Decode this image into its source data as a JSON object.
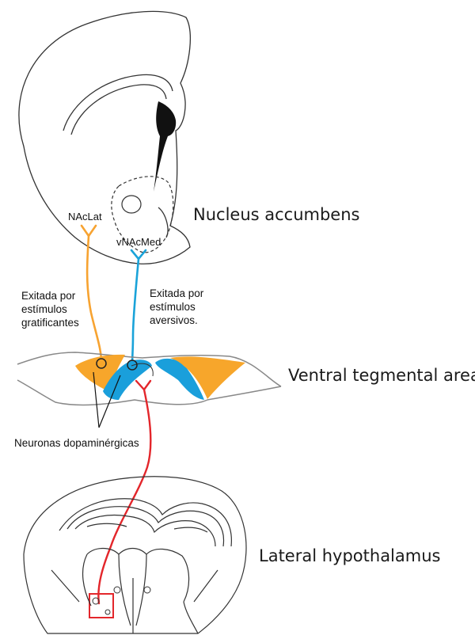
{
  "regions": {
    "nucleus_accumbens": "Nucleus accumbens",
    "ventral_tegmental_area": "Ventral tegmental area",
    "lateral_hypothalamus": "Lateral hypothalamus"
  },
  "pathways": {
    "lateral": "NAcLat",
    "medial": "vNAcMed"
  },
  "annotations": {
    "rewarding_line1": "Exitada por",
    "rewarding_line2": "estímulos",
    "rewarding_line3": "gratificantes",
    "aversive_line1": "Exitada por",
    "aversive_line2": "estímulos",
    "aversive_line3": "aversivos.",
    "dopaminergic_neurons": "Neuronas dopaminérgicas"
  },
  "colors": {
    "lateral_pathway": "#f7a331",
    "medial_pathway": "#1aa3d9",
    "hypothalamus_pathway": "#e3262b",
    "vta_orange": "#f7a62b",
    "vta_blue": "#1a9fdb"
  }
}
